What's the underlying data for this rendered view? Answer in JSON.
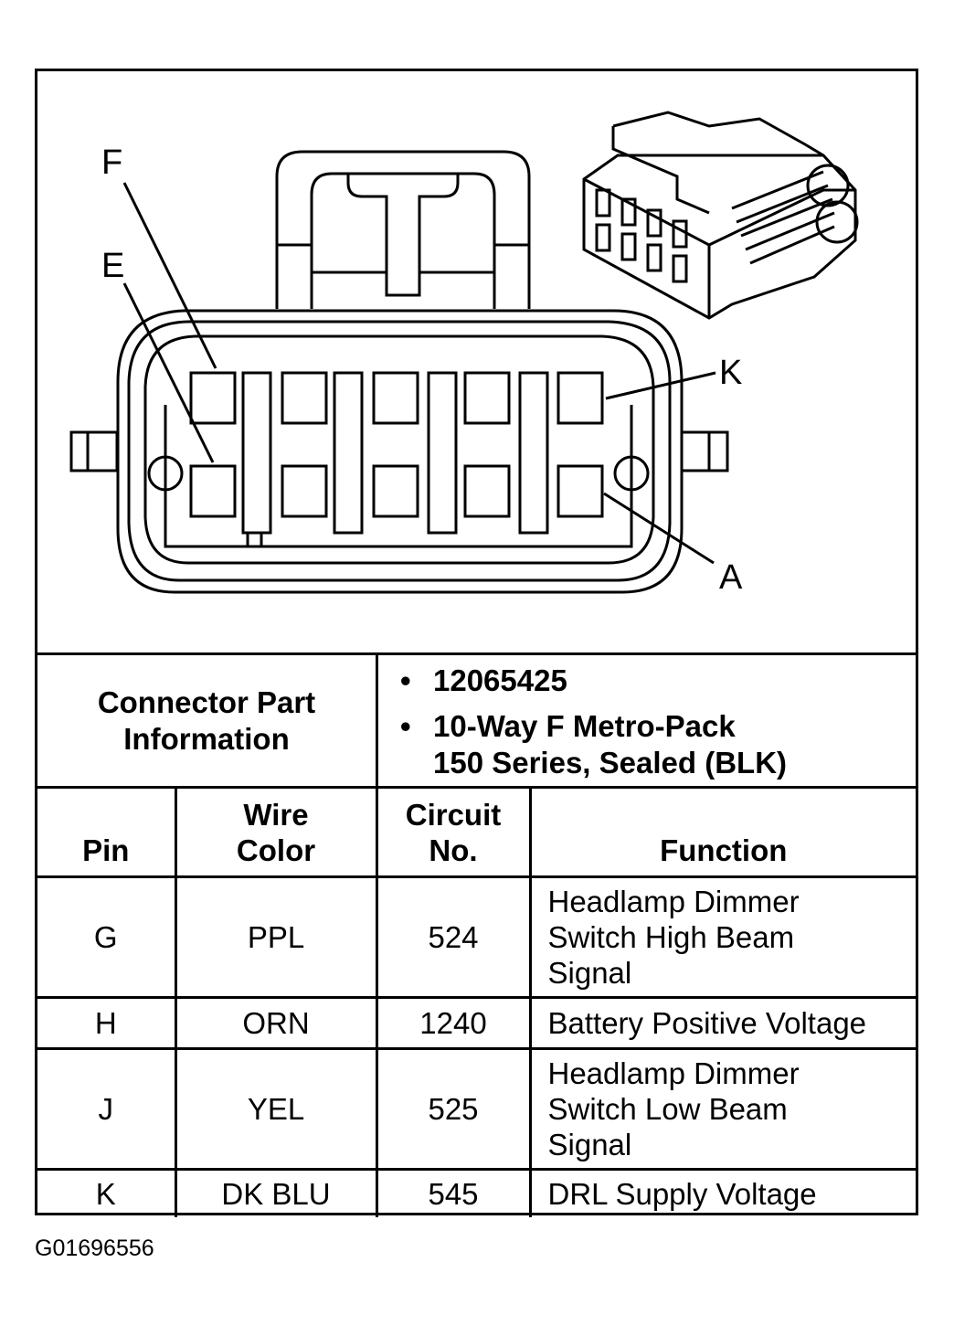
{
  "diagram": {
    "pin_labels": [
      "F",
      "E",
      "K",
      "A"
    ]
  },
  "connector_info": {
    "heading_line1": "Connector Part",
    "heading_line2": "Information",
    "part_number": "12065425",
    "description_line1": "10-Way F Metro-Pack",
    "description_line2": "150 Series, Sealed (BLK)"
  },
  "table": {
    "headers": {
      "pin": "Pin",
      "wire_color_line1": "Wire",
      "wire_color_line2": "Color",
      "circuit_line1": "Circuit",
      "circuit_line2": "No.",
      "function": "Function"
    },
    "rows": [
      {
        "pin": "G",
        "wire_color": "PPL",
        "circuit": "524",
        "function_lines": [
          "Headlamp Dimmer",
          "Switch High Beam",
          "Signal"
        ]
      },
      {
        "pin": "H",
        "wire_color": "ORN",
        "circuit": "1240",
        "function_lines": [
          "Battery Positive Voltage"
        ]
      },
      {
        "pin": "J",
        "wire_color": "YEL",
        "circuit": "525",
        "function_lines": [
          "Headlamp Dimmer",
          "Switch Low Beam",
          "Signal"
        ]
      },
      {
        "pin": "K",
        "wire_color": "DK BLU",
        "circuit": "545",
        "function_lines": [
          "DRL Supply Voltage"
        ]
      }
    ]
  },
  "figure_id": "G01696556"
}
